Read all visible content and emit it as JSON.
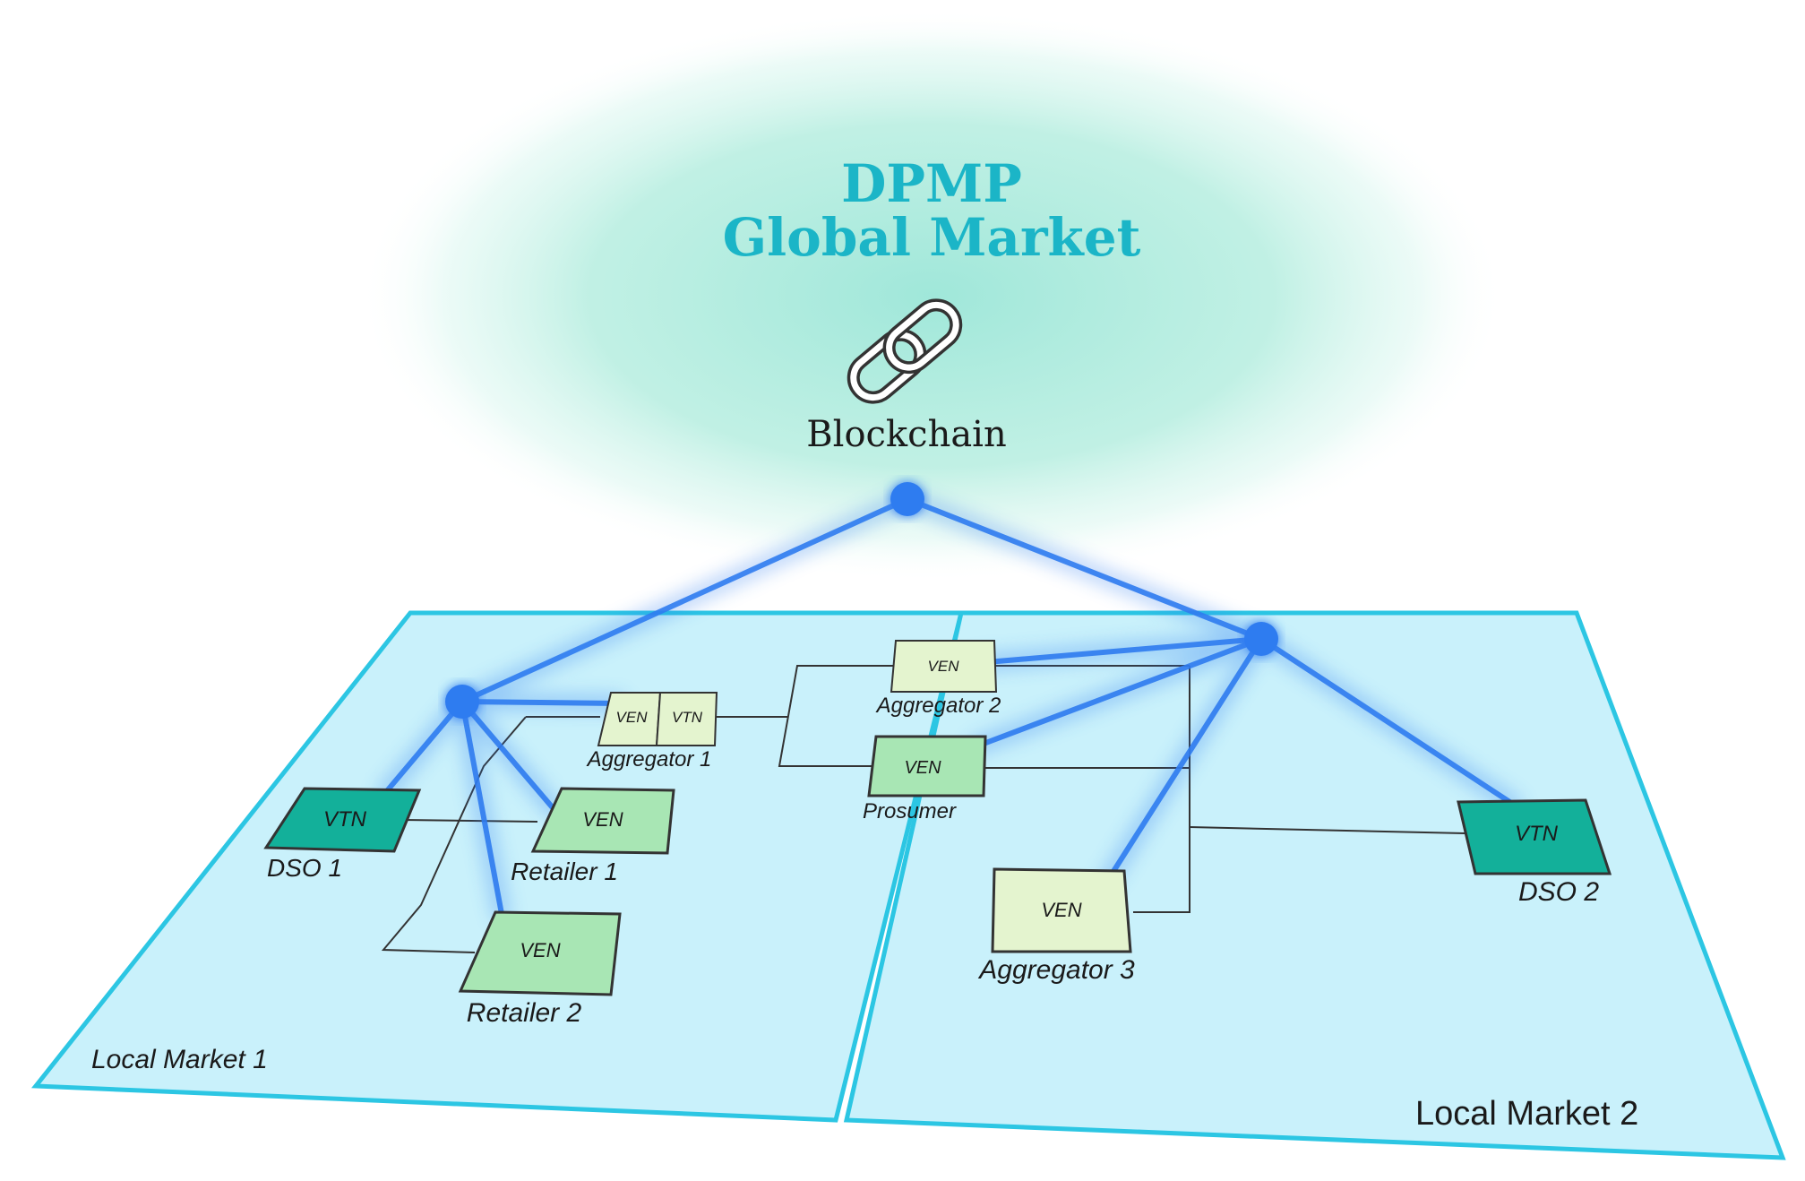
{
  "global_market": {
    "line1": "DPMP",
    "line2": "Global Market",
    "blockchain_label": "Blockchain"
  },
  "markets": {
    "local1": "Local Market 1",
    "local2": "Local Market 2"
  },
  "nodes": {
    "dso1": {
      "box": "VTN",
      "label": "DSO 1"
    },
    "retailer1": {
      "box": "VEN",
      "label": "Retailer 1"
    },
    "retailer2": {
      "box": "VEN",
      "label": "Retailer 2"
    },
    "aggregator1": {
      "box_left": "VEN",
      "box_right": "VTN",
      "label": "Aggregator 1"
    },
    "aggregator2": {
      "box": "VEN",
      "label": "Aggregator 2"
    },
    "prosumer": {
      "box": "VEN",
      "label": "Prosumer"
    },
    "aggregator3": {
      "box": "VEN",
      "label": "Aggregator 3"
    },
    "dso2": {
      "box": "VTN",
      "label": "DSO 2"
    }
  },
  "colors": {
    "title": "#1bb5c7",
    "cloud": "#8fe3d3",
    "plane_fill": "#c9f1fb",
    "plane_stroke": "#2cc6e3",
    "link": "#2f7cf0",
    "vtn_fill": "#13b09a",
    "ven_fill": "#a8e6b4",
    "aggregator_fill": "#e4f4cf"
  }
}
